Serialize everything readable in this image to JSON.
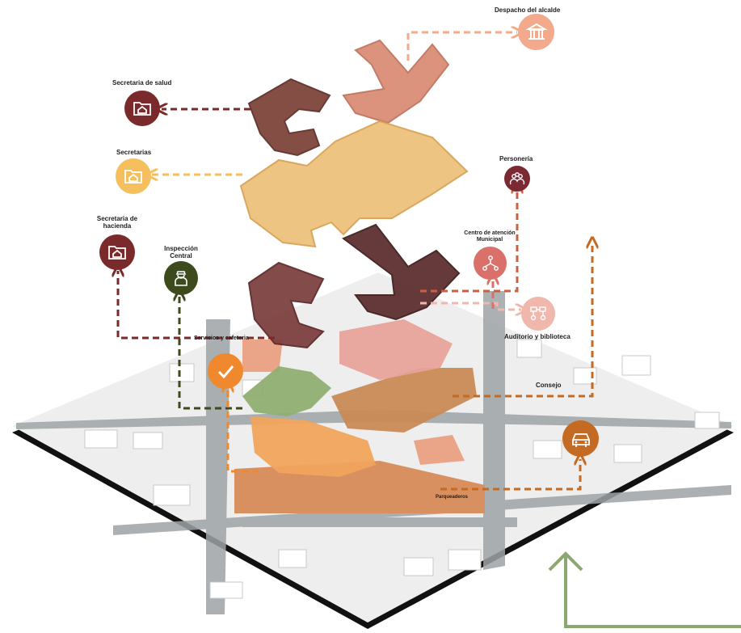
{
  "labels": {
    "despacho": "Despacho del alcalde",
    "salud": "Secretaria de salud",
    "secretarias": "Secretarias",
    "hacienda": "Secretaria de hacienda",
    "inspeccion": "Inspección Central",
    "personeria": "Personería",
    "centro": "Centro de atención Municipal",
    "auditorio": "Auditorio y biblioteca",
    "servicios": "Servicios y cafeteria",
    "consejo": "Consejo",
    "parqueaderos": "Parqueaderos"
  },
  "icons": {
    "despacho": "building-columns-icon",
    "salud": "folder-home-icon",
    "secretarias": "folder-home-icon",
    "hacienda": "folder-home-icon",
    "inspeccion": "officer-icon",
    "personeria": "group-icon",
    "centro": "network-icon",
    "auditorio": "network-icon",
    "servicios": "check-icon",
    "parqueaderos": "car-icon"
  },
  "colors": {
    "despacho": "#f2a98c",
    "salud": "#7a2a2a",
    "secretarias": "#f5bf5e",
    "hacienda": "#7a2a2a",
    "inspeccion": "#3d4a1e",
    "personeria": "#7b2a33",
    "centro": "#d9706a",
    "auditorio": "#f0b8ac",
    "servicios": "#f0892e",
    "parqueaderos": "#c46a22",
    "access_arrow": "#8aa870"
  }
}
